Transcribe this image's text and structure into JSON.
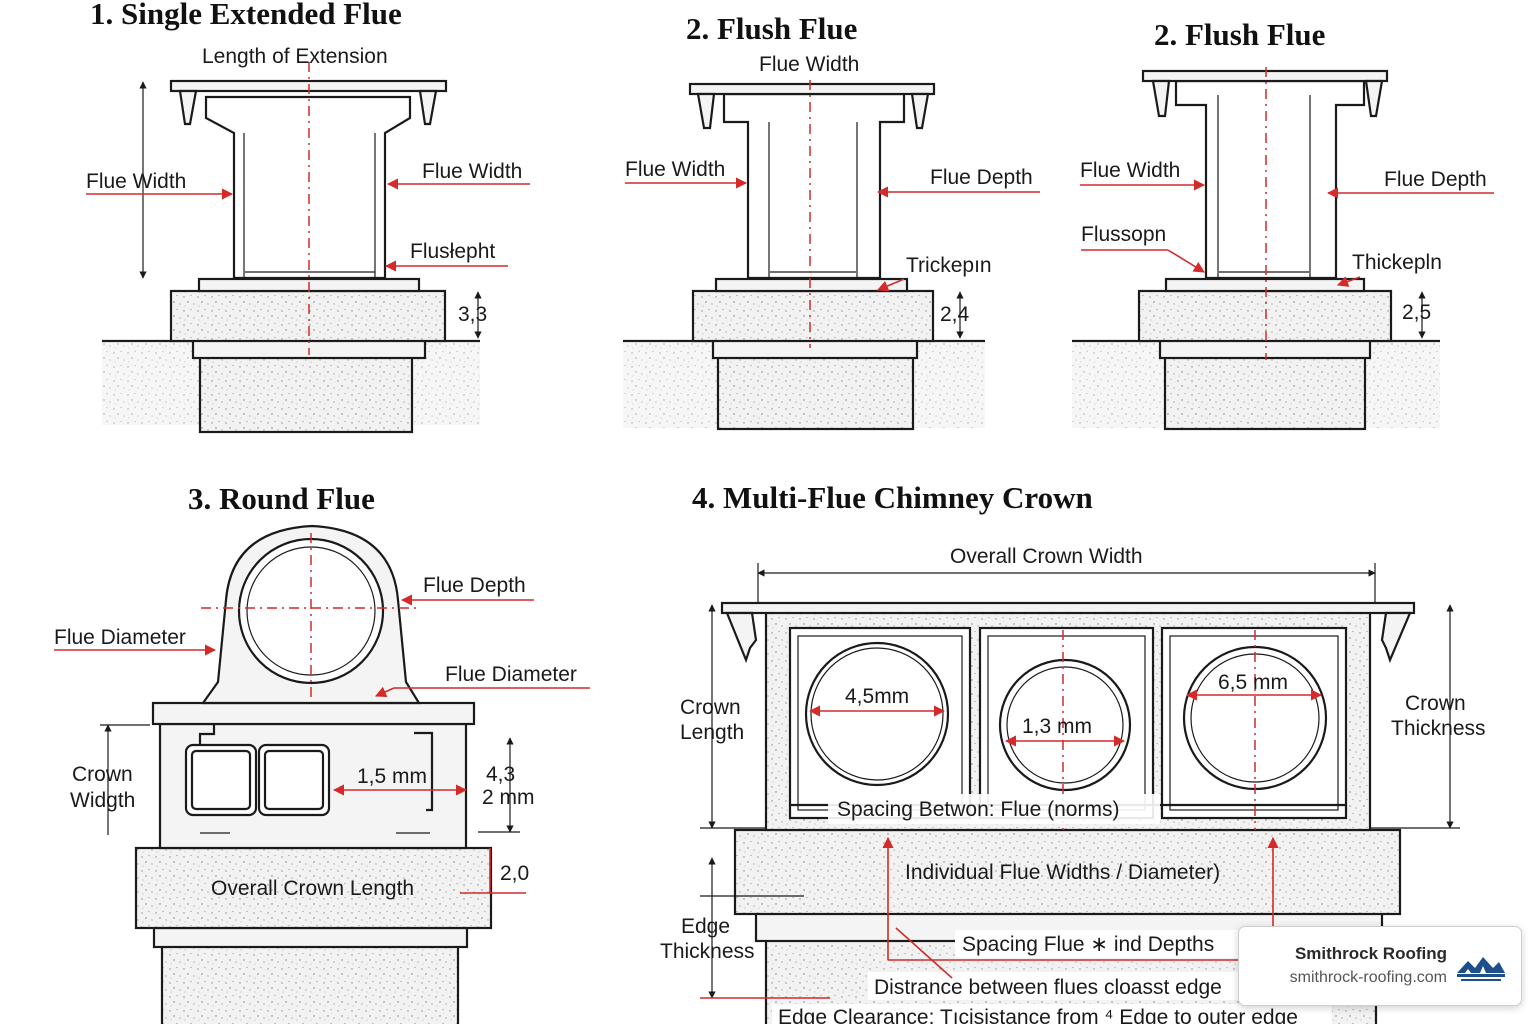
{
  "panels": [
    {
      "title": "1. Single Extended Flue",
      "labels": [
        "Length of Extension",
        "Flue Width",
        "Flue Width",
        "Flusłepht"
      ],
      "dimension": "3,3"
    },
    {
      "title": "2. Flush Flue",
      "labels": [
        "Flue Width",
        "Flue Width",
        "Flue Depth",
        "Trickepın"
      ],
      "dimension": "2,4"
    },
    {
      "title": "2. Flush Flue",
      "labels": [
        "Flue Width",
        "Flue Depth",
        "Flussopn",
        "Thickepln"
      ],
      "dimension": "2,5"
    },
    {
      "title": "3. Round Flue",
      "labels": [
        "Flue Depth",
        "Flue Diameter",
        "Flue Diameter",
        "Crown",
        "Widgth",
        "1,5 mm",
        "Overall Crown Length"
      ],
      "dimension_top": "4,3",
      "dimension_top_unit": "2 mm",
      "dimension_bottom": "2,0"
    },
    {
      "title": "4. Multi-Flue Chimney Crown",
      "labels": [
        "Overall Crown Width",
        "Crown",
        "Length",
        "Crown",
        "Thickness",
        "4,5mm",
        "1,3 mm",
        "6,5 mm",
        "Spacing Betwon: Flue (norms)",
        "Individual Flue Widths / Diameter)",
        "Edge",
        "Thickness",
        "Spacing Flue ∗ ind Depths",
        "Distrance between flues cloasst edge",
        "Edge Clearance: Tıcisistance from ⁴ Edge to outer edge"
      ]
    }
  ],
  "brand": {
    "name": "Smithrock Roofing",
    "url": "smithrock-roofing.com",
    "logo_icon": "roof-mountain-logo-icon"
  },
  "colors": {
    "annotation": "#d42a2a",
    "linework": "#1a1a1a",
    "masonry": "#f4f4f4"
  }
}
